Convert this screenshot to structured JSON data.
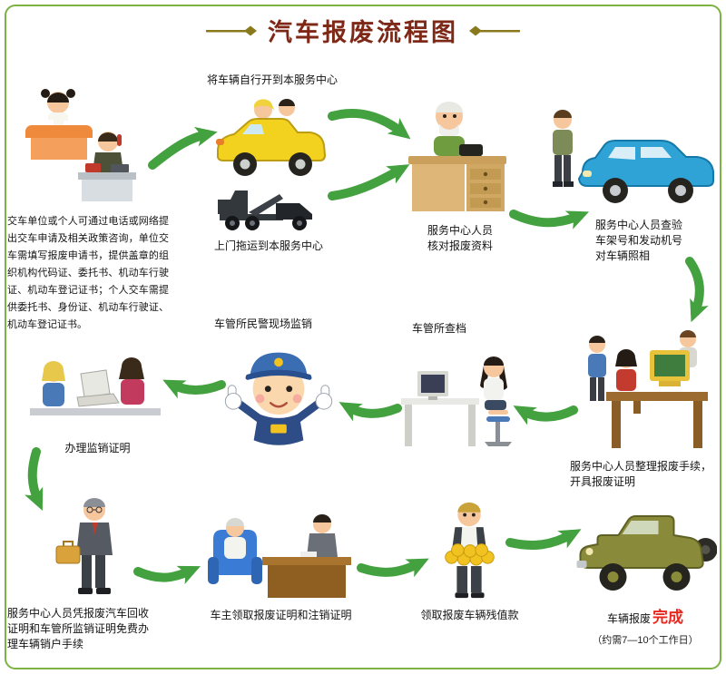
{
  "page": {
    "title": "汽车报废流程图"
  },
  "colors": {
    "border_green": "#7cb342",
    "title_red": "#7e2817",
    "arrow_green": "#44a13f",
    "done_highlight_red": "#e8281e",
    "deco_gold": "#8a7a1e"
  },
  "steps": {
    "apply": {
      "caption": "交车单位或个人可通过电话或网络提出交车申请及相关政策咨询，单位交车需填写报废申请书，提供盖章的组织机构代码证、委托书、机动车行驶证、机动车登记证书；个人交车需提供委托书、身份证、机动车行驶证、机动车登记证书。",
      "illustration": "reception-desk-and-phone-call"
    },
    "drive_in": {
      "caption": "将车辆自行开到本服务中心",
      "illustration": "yellow-car-with-passengers"
    },
    "tow_in": {
      "caption": "上门拖运到本服务中心",
      "illustration": "tow-truck"
    },
    "verify": {
      "caption": "服务中心人员核对报废资料",
      "illustration": "clerk-at-wooden-desk"
    },
    "inspect": {
      "caption": "服务中心人员查验车架号和发动机号对车辆照相",
      "illustration": "inspector-with-blue-car"
    },
    "paperwork": {
      "caption": "服务中心人员整理报废手续，开具报废证明",
      "illustration": "staff-at-computer"
    },
    "archive": {
      "caption": "车管所查档",
      "illustration": "clerk-at-computer-desk"
    },
    "police": {
      "caption": "车管所民警现场监销",
      "illustration": "police-officer-thumbs-up"
    },
    "supervise": {
      "caption": "办理监销证明",
      "illustration": "staff-with-laptop"
    },
    "deregister": {
      "caption": "服务中心人员凭报废汽车回收证明和车管所监销证明免费办理车辆销户手续",
      "illustration": "man-with-briefcase"
    },
    "collect_cert": {
      "caption": "车主领取报废证明和注销证明",
      "illustration": "owner-signing-at-desk"
    },
    "collect_money": {
      "caption": "领取报废车辆残值款",
      "illustration": "person-holding-coins"
    },
    "done": {
      "caption": "车辆报废",
      "highlight": "完成",
      "note": "（约需7—10个工作日）",
      "illustration": "scrapped-green-jeep"
    }
  },
  "edges": [
    {
      "from": "apply",
      "to": "drive_in"
    },
    {
      "from": "drive_in",
      "to": "verify"
    },
    {
      "from": "tow_in",
      "to": "verify"
    },
    {
      "from": "verify",
      "to": "inspect"
    },
    {
      "from": "inspect",
      "to": "paperwork"
    },
    {
      "from": "paperwork",
      "to": "archive"
    },
    {
      "from": "archive",
      "to": "police"
    },
    {
      "from": "police",
      "to": "supervise"
    },
    {
      "from": "supervise",
      "to": "deregister"
    },
    {
      "from": "deregister",
      "to": "collect_cert"
    },
    {
      "from": "collect_cert",
      "to": "collect_money"
    },
    {
      "from": "collect_money",
      "to": "done"
    }
  ]
}
